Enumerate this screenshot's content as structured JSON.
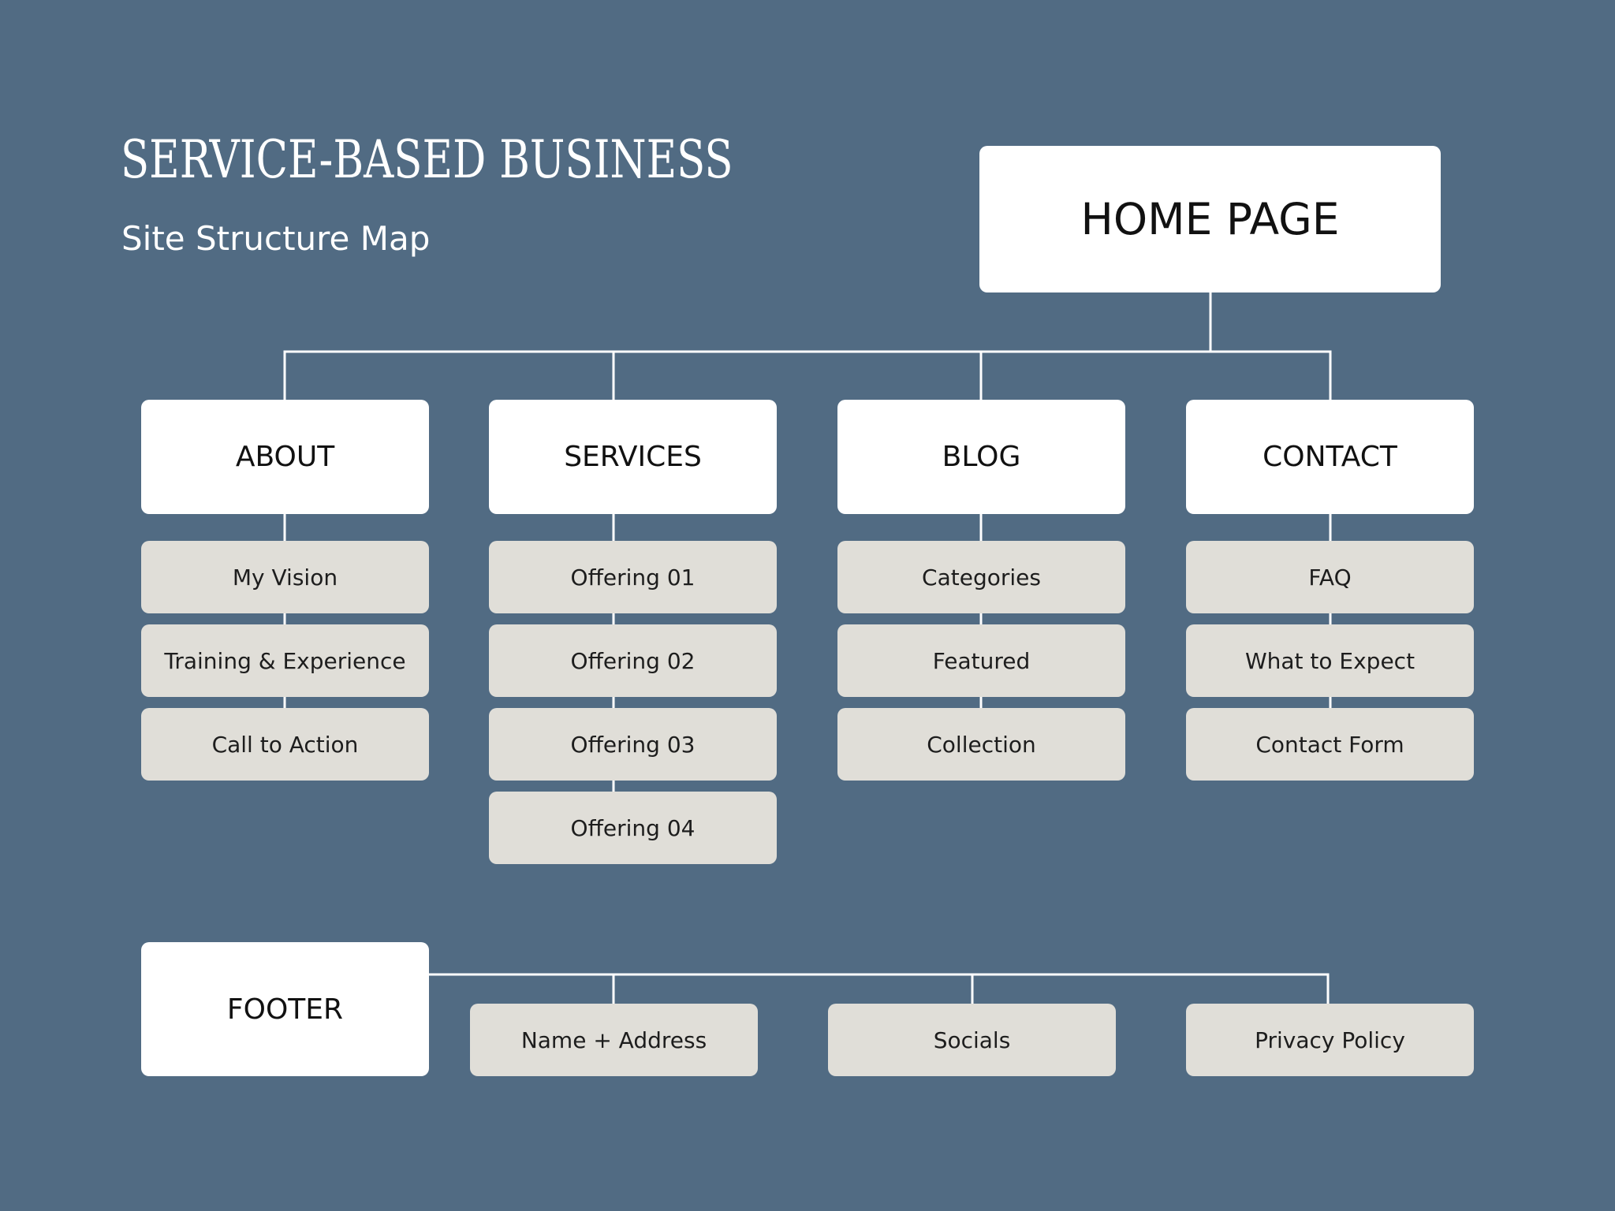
{
  "title": "SERVICE-BASED BUSINESS",
  "subtitle": "Site Structure Map",
  "colors": {
    "background": "#516b83",
    "primary_box": "#ffffff",
    "secondary_box": "#e0ded8",
    "connector": "#ffffff"
  },
  "home": {
    "label": "HOME PAGE"
  },
  "sections": [
    {
      "label": "ABOUT",
      "children": [
        "My Vision",
        "Training & Experience",
        "Call to Action"
      ]
    },
    {
      "label": "SERVICES",
      "children": [
        "Offering 01",
        "Offering 02",
        "Offering 03",
        "Offering 04"
      ]
    },
    {
      "label": "BLOG",
      "children": [
        "Categories",
        "Featured",
        "Collection"
      ]
    },
    {
      "label": "CONTACT",
      "children": [
        "FAQ",
        "What to Expect",
        "Contact Form"
      ]
    }
  ],
  "footer": {
    "label": "FOOTER",
    "children": [
      "Name + Address",
      "Socials",
      "Privacy Policy"
    ]
  }
}
